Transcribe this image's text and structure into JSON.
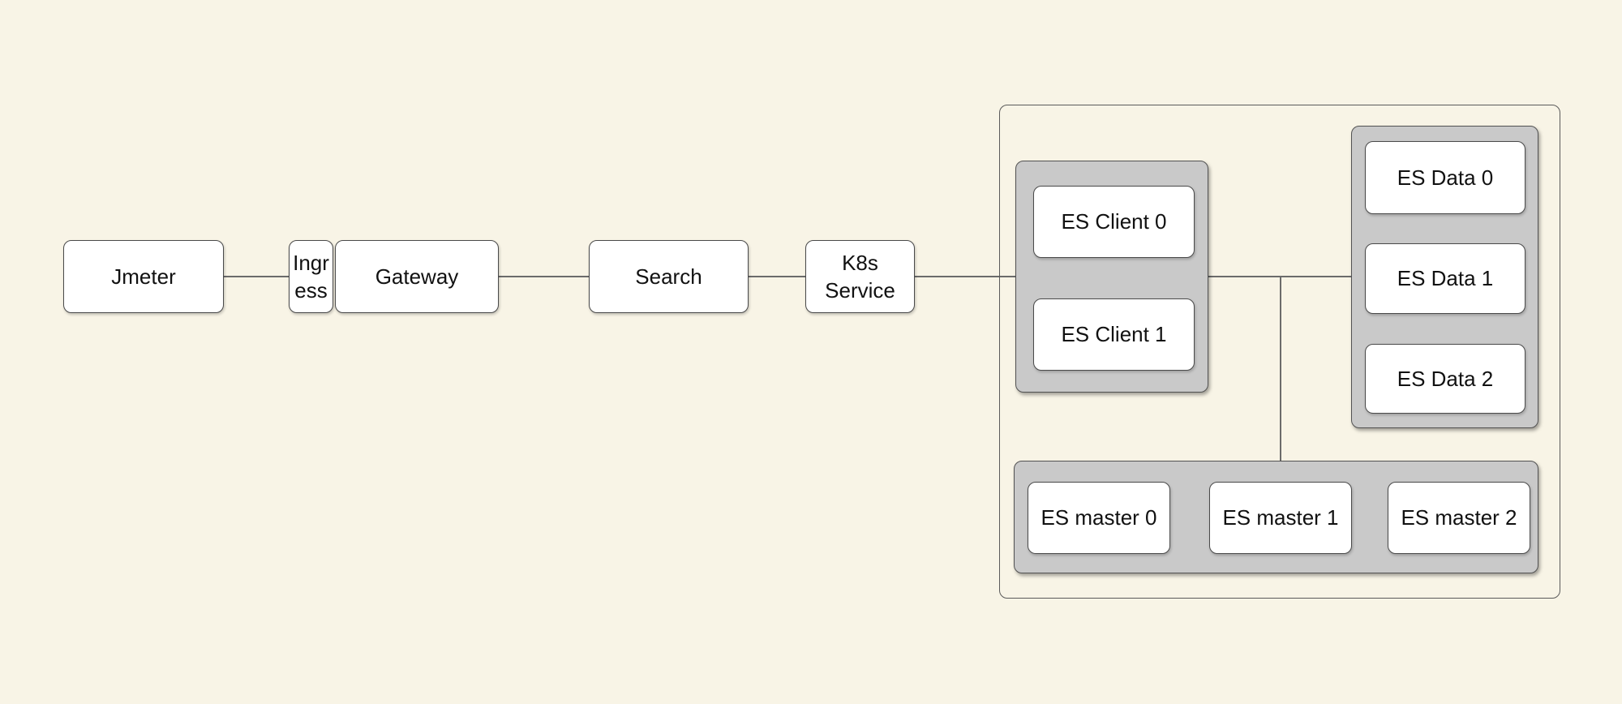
{
  "nodes": {
    "jmeter": {
      "label": "Jmeter"
    },
    "ingress": {
      "label": "Ingress"
    },
    "gateway": {
      "label": "Gateway"
    },
    "search": {
      "label": "Search"
    },
    "k8s_service": {
      "label": "K8s Service"
    },
    "es_client_0": {
      "label": "ES Client 0"
    },
    "es_client_1": {
      "label": "ES Client 1"
    },
    "es_data_0": {
      "label": "ES Data 0"
    },
    "es_data_1": {
      "label": "ES Data 1"
    },
    "es_data_2": {
      "label": "ES Data 2"
    },
    "es_master_0": {
      "label": "ES master 0"
    },
    "es_master_1": {
      "label": "ES master 1"
    },
    "es_master_2": {
      "label": "ES master 2"
    }
  },
  "colors": {
    "bg": "#f8f4e6",
    "node-fill": "#ffffff",
    "node-border": "#4a4a4a",
    "group-fill": "#c9c9c9",
    "group-border": "#525252",
    "outer-border": "#5a5a5a",
    "line": "#6b6b6b",
    "text": "#111111"
  }
}
